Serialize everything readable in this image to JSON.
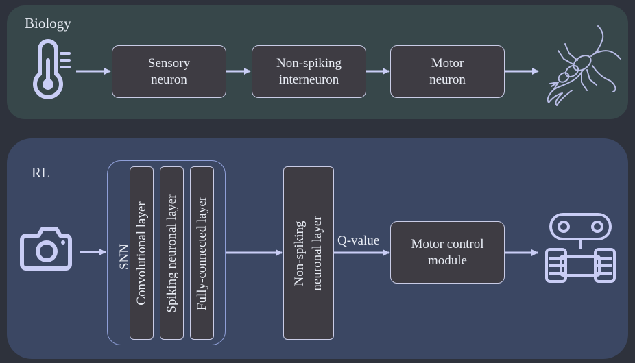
{
  "biology": {
    "title": "Biology",
    "nodes": [
      {
        "id": "sensory",
        "label_lines": [
          "Sensory",
          "neuron"
        ]
      },
      {
        "id": "interneuron",
        "label_lines": [
          "Non-spiking",
          "interneuron"
        ]
      },
      {
        "id": "motor",
        "label_lines": [
          "Motor",
          "neuron"
        ]
      }
    ],
    "input_icon": "thermometer-icon",
    "output_icon": "crayfish-icon"
  },
  "rl": {
    "title": "RL",
    "snn_label": "SNN",
    "snn_layers": [
      "Convolutional layer",
      "Spiking neuronal layer",
      "Fully-connected layer"
    ],
    "nonspiking_lines": [
      "Non-spiking",
      "neuronal layer"
    ],
    "edge_label": "Q-value",
    "motor_control_lines": [
      "Motor control",
      "module"
    ],
    "input_icon": "camera-icon",
    "output_icon": "robot-icon"
  },
  "colors": {
    "biology_panel": "#37474a",
    "rl_panel": "#3b4763",
    "box_fill": "#3e3c43",
    "box_border": "#c9cce6",
    "icon": "#c9cdf5",
    "arrow": "#c9cdf5"
  }
}
